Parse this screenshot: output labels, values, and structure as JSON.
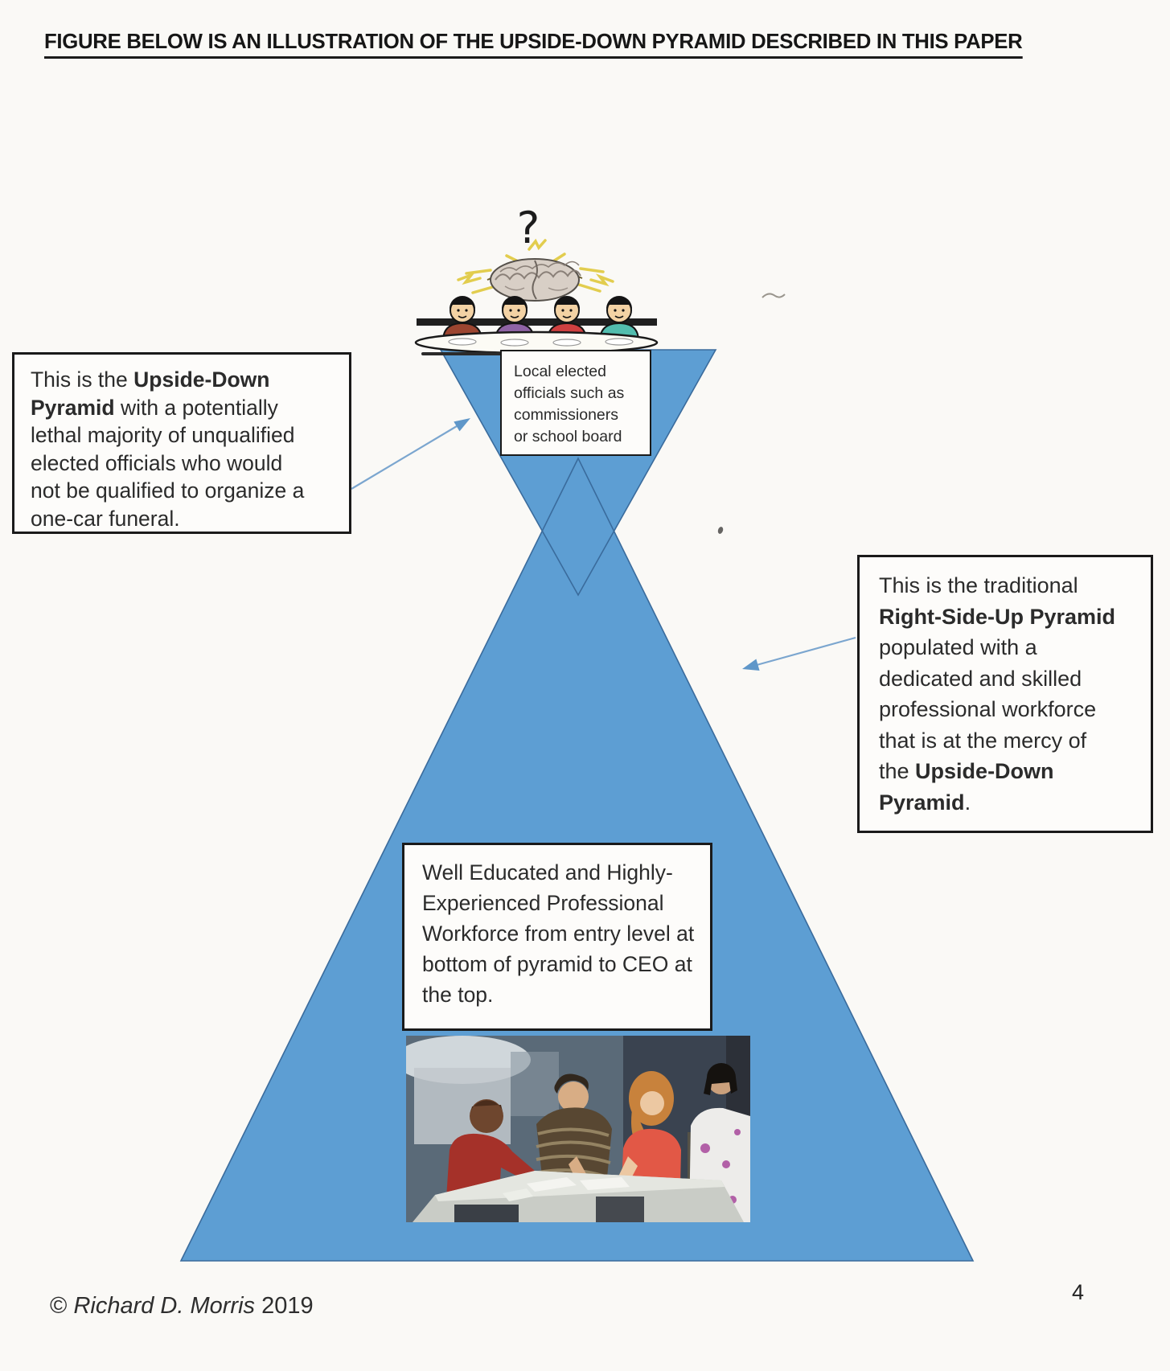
{
  "page": {
    "title": "FIGURE BELOW IS AN ILLUSTRATION OF THE UPSIDE-DOWN PYRAMID DESCRIBED IN THIS PAPER",
    "page_number": "4",
    "copyright_runs": [
      {
        "t": "© ",
        "i": 0
      },
      {
        "t": "Richard D. Morris",
        "i": 1
      },
      {
        "t": " 2019",
        "i": 0
      }
    ]
  },
  "diagram": {
    "question_mark": "?",
    "top_pyramid_label": "Local elected\nofficials such as\ncommissioners\nor school board",
    "left_callout_runs": [
      {
        "t": "This is the ",
        "b": 0
      },
      {
        "t": "Upside-Down\nPyramid",
        "b": 1
      },
      {
        "t": " with a potentially\nlethal majority of unqualified\nelected officials who would\nnot be qualified to organize a\none-car funeral.",
        "b": 0
      }
    ],
    "right_callout_runs": [
      {
        "t": "This is the traditional\n",
        "b": 0
      },
      {
        "t": "Right-Side-Up Pyramid",
        "b": 1
      },
      {
        "t": "\npopulated with a\ndedicated and skilled\nprofessional workforce\nthat is at the mercy of\nthe ",
        "b": 0
      },
      {
        "t": "Upside-Down\nPyramid",
        "b": 1
      },
      {
        "t": ".",
        "b": 0
      }
    ],
    "workforce_label": "Well Educated and Highly-\nExperienced Professional\nWorkforce from entry level at\nbottom of pyramid to CEO at\nthe top.",
    "colors": {
      "pyramid_fill": "#5d9ed3",
      "pyramid_outline": "#3a6b9c",
      "arrow_line": "#7ba6cf",
      "arrow_head": "#5f97c9",
      "box_border": "#1a1a1a",
      "text": "#2b2b2b",
      "page_background": "#faf9f6"
    }
  }
}
